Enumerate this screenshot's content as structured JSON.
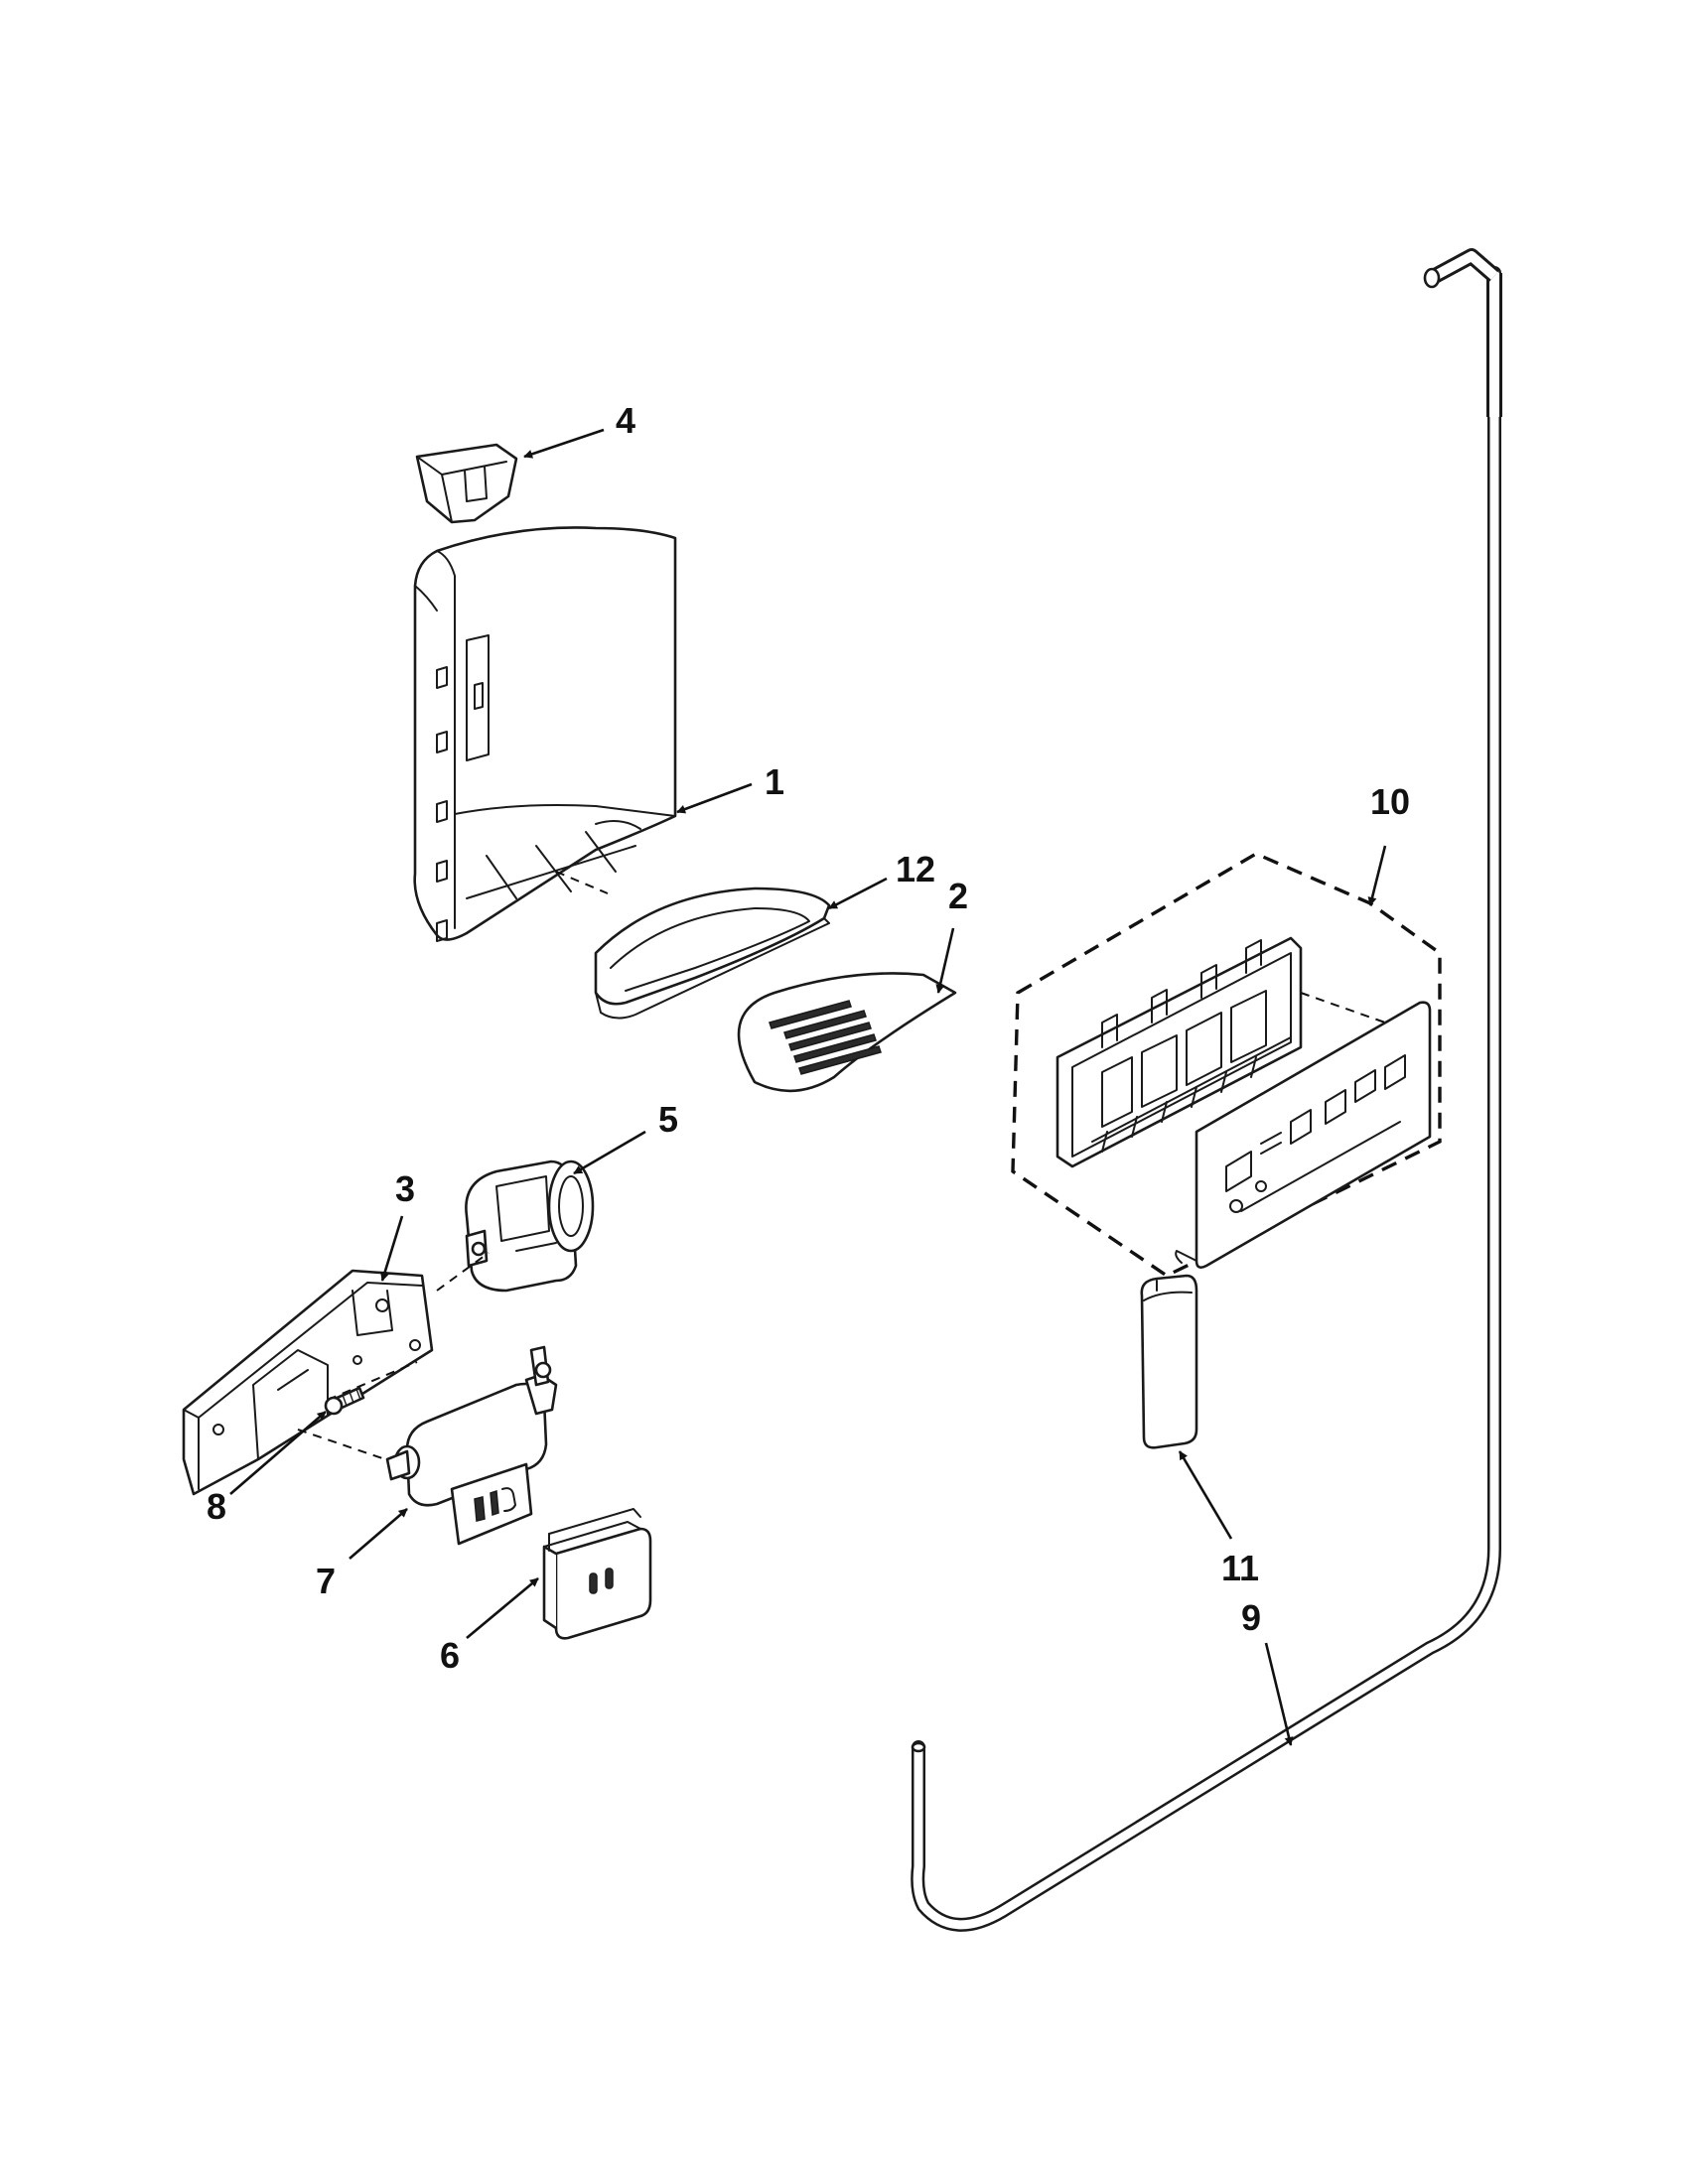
{
  "diagram": {
    "type": "exploded-parts-diagram",
    "callouts": [
      "1",
      "2",
      "3",
      "4",
      "5",
      "6",
      "7",
      "8",
      "9",
      "10",
      "11",
      "12"
    ]
  }
}
